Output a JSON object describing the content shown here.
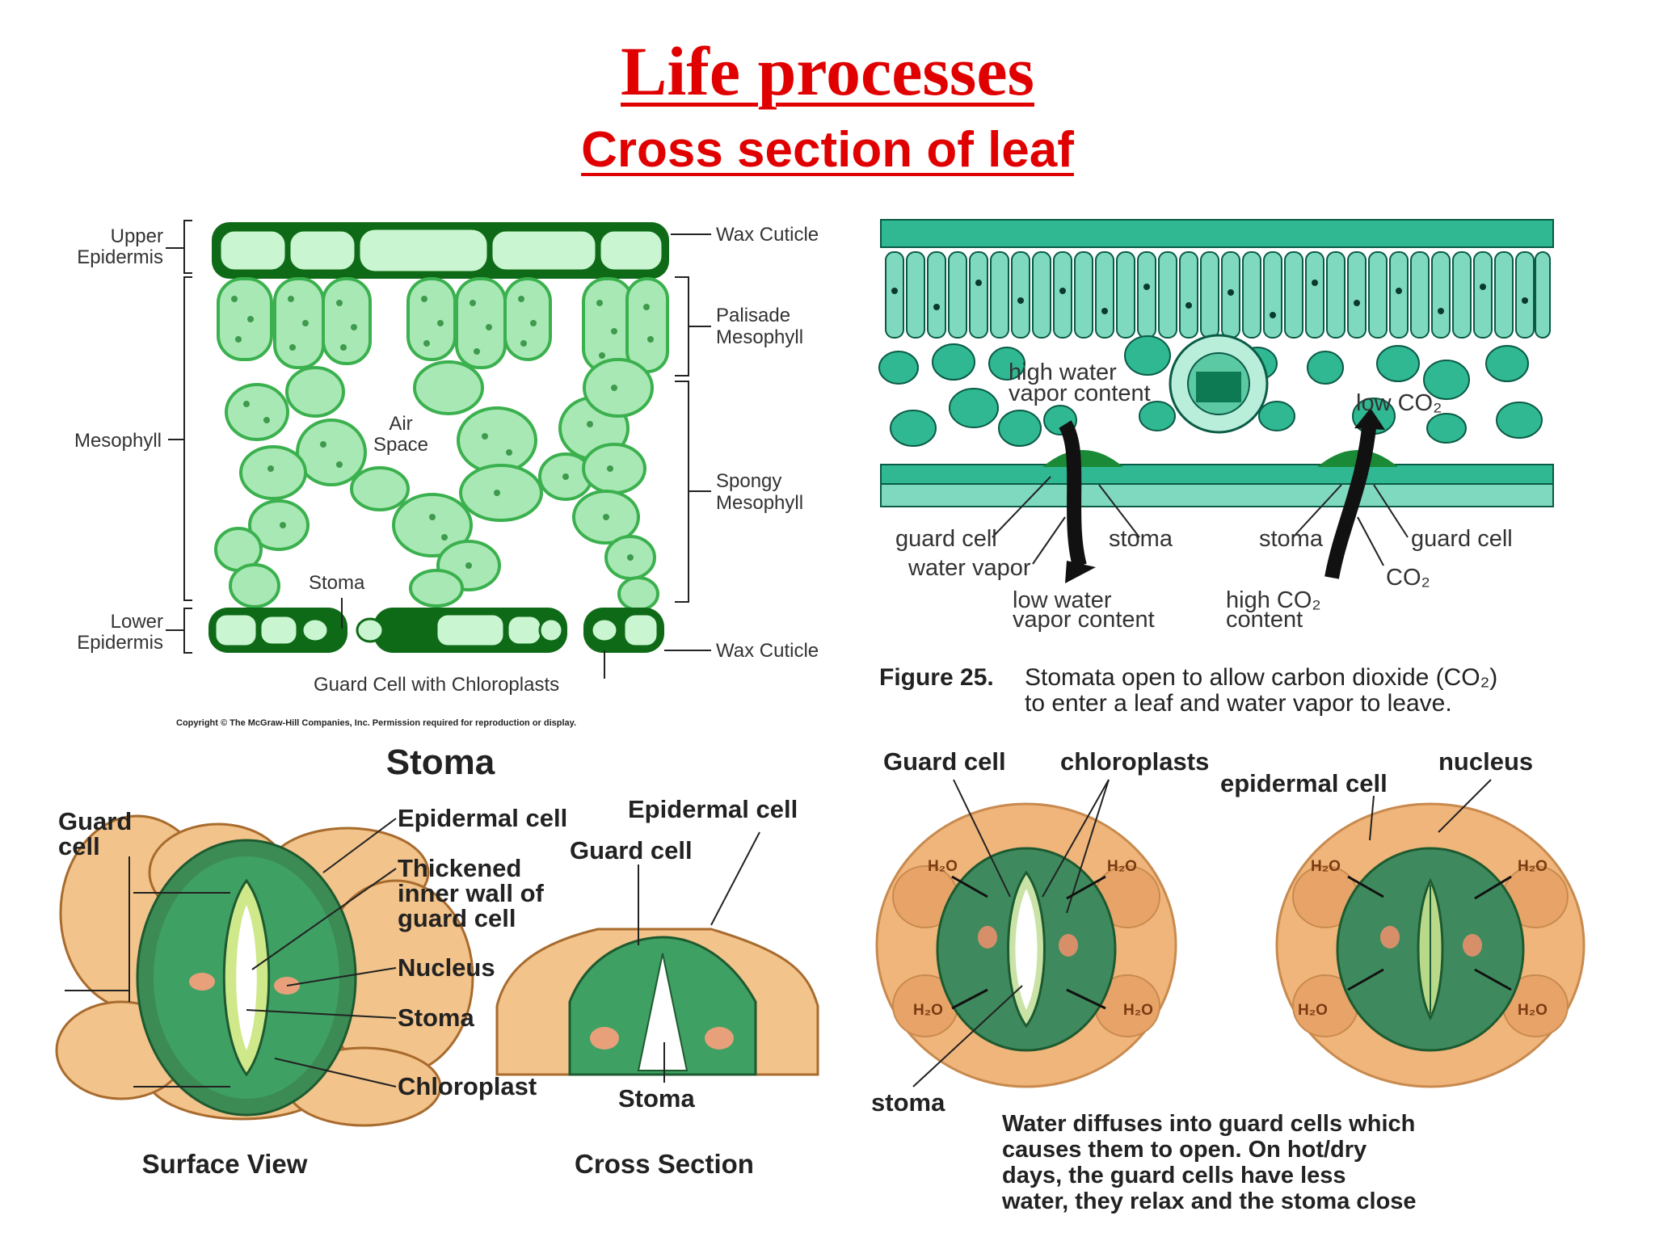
{
  "title": "Life processes",
  "subtitle": "Cross section of leaf",
  "panel_a": {
    "labels": {
      "upper_epidermis_1": "Upper",
      "upper_epidermis_2": "Epidermis",
      "mesophyll": "Mesophyll",
      "lower_epidermis_1": "Lower",
      "lower_epidermis_2": "Epidermis",
      "wax_cuticle_top": "Wax Cuticle",
      "palisade_1": "Palisade",
      "palisade_2": "Mesophyll",
      "spongy_1": "Spongy",
      "spongy_2": "Mesophyll",
      "wax_cuticle_bottom": "Wax Cuticle",
      "air_1": "Air",
      "air_2": "Space",
      "stoma": "Stoma",
      "guard_cell_chloroplasts": "Guard Cell with Chloroplasts",
      "copyright": "Copyright © The McGraw-Hill Companies, Inc. Permission required for reproduction or display."
    },
    "colors": {
      "cell_fill": "#a8e8b4",
      "cell_stroke": "#3bb04e",
      "epidermis_stroke": "#0e6a16"
    }
  },
  "panel_b": {
    "labels": {
      "high_water_1": "high water",
      "high_water_2": "vapor content",
      "low_co2": "low CO₂",
      "guard_cell_left": "guard cell",
      "stoma_left": "stoma",
      "stoma_right": "stoma",
      "guard_cell_right": "guard cell",
      "water_vapor": "water vapor",
      "co2": "CO₂",
      "low_water_1": "low water",
      "low_water_2": "vapor content",
      "high_co2_1": "high CO₂",
      "high_co2_2": "content"
    },
    "caption_bold": "Figure 25.",
    "caption_line1": "Stomata open to allow carbon dioxide (CO₂)",
    "caption_line2": "to enter a leaf and water vapor to leave.",
    "colors": {
      "cell_fill": "#2fb892",
      "dark": "#0a5b46"
    }
  },
  "panel_c": {
    "heading": "Stoma",
    "labels": {
      "guard_cell_1": "Guard",
      "guard_cell_2": "cell",
      "epidermal_cell": "Epidermal cell",
      "thickened_1": "Thickened",
      "thickened_2": "inner wall of",
      "thickened_3": "guard cell",
      "nucleus": "Nucleus",
      "stoma": "Stoma",
      "chloroplast": "Chloroplast",
      "epidermal_cell_cs": "Epidermal cell",
      "guard_cell_cs": "Guard cell",
      "stoma_cs": "Stoma"
    },
    "view_surface": "Surface View",
    "view_cross": "Cross Section",
    "colors": {
      "epidermal": "#f2c38a",
      "guard": "#2f8a4e"
    }
  },
  "panel_d": {
    "labels": {
      "guard_cell": "Guard cell",
      "chloroplasts": "chloroplasts",
      "epidermal_cell": "epidermal cell",
      "nucleus": "nucleus",
      "stoma": "stoma",
      "h2o": "H₂O"
    },
    "caption": [
      "Water diffuses into guard cells which",
      "causes them to open.  On hot/dry",
      "days, the guard cells have less",
      "water, they relax and the stoma close"
    ],
    "colors": {
      "epidermal": "#f0b57a",
      "guard": "#3e8a5e"
    }
  }
}
